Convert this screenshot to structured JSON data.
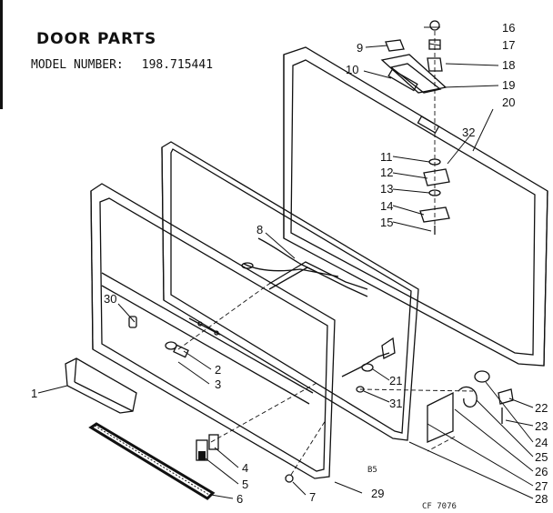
{
  "header": {
    "title": "DOOR PARTS",
    "model_label": "MODEL NUMBER:",
    "model_number": "198.715441"
  },
  "callouts": [
    "1",
    "2",
    "3",
    "4",
    "5",
    "6",
    "7",
    "8",
    "9",
    "10",
    "11",
    "12",
    "13",
    "14",
    "15",
    "16",
    "17",
    "18",
    "19",
    "20",
    "21",
    "22",
    "23",
    "24",
    "25",
    "26",
    "27",
    "28",
    "29",
    "30",
    "31",
    "32"
  ],
  "refs": {
    "b5": "B5",
    "code": "CF 7076"
  }
}
